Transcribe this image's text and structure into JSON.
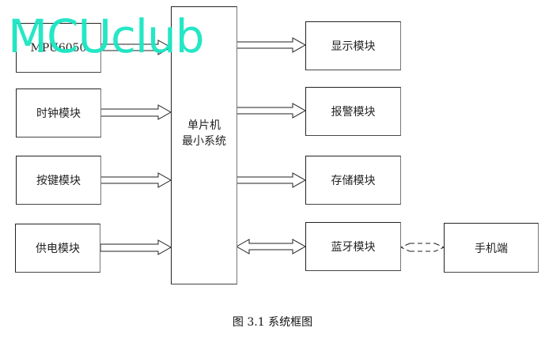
{
  "diagram": {
    "center": {
      "line1": "单片机",
      "line2": "最小系统"
    },
    "inputs": [
      {
        "label": "MPU6050"
      },
      {
        "label": "时钟模块"
      },
      {
        "label": "按键模块"
      },
      {
        "label": "供电模块"
      }
    ],
    "outputs": [
      {
        "label": "显示模块"
      },
      {
        "label": "报警模块"
      },
      {
        "label": "存储模块"
      },
      {
        "label": "蓝牙模块"
      }
    ],
    "external": {
      "label": "手机端"
    },
    "caption": "图 3.1  系统框图"
  },
  "watermark": "MCUclub"
}
